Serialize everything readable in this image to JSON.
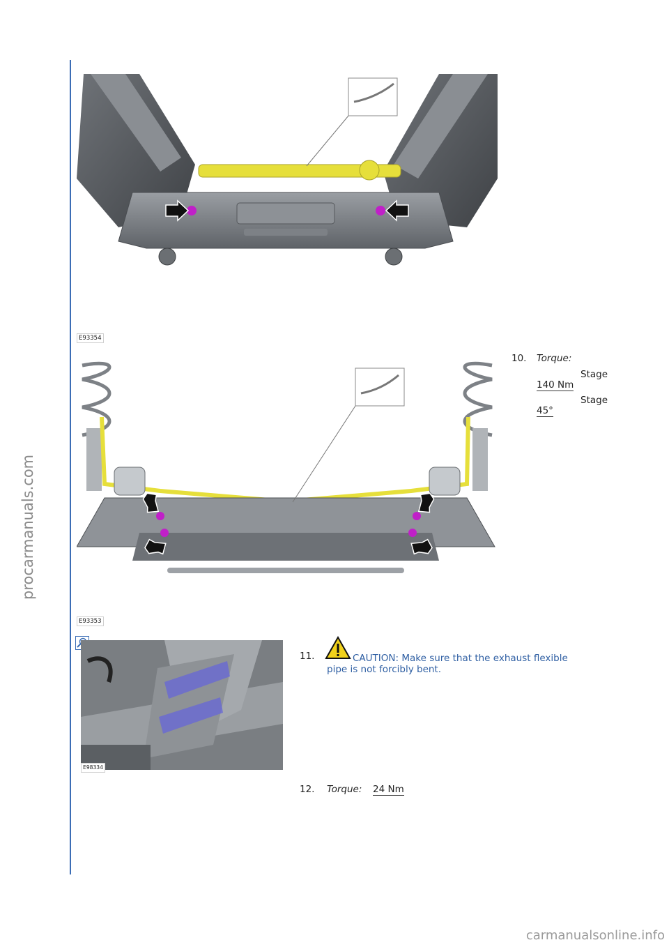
{
  "watermark_side": "procarmanuals.com",
  "watermark_footer": "carmanualsonline.info",
  "figures": [
    {
      "code": "E93354"
    },
    {
      "code": "E93353"
    },
    {
      "code": "E98334"
    }
  ],
  "steps": [
    {
      "number": "10.",
      "label": "Torque:",
      "stage1": "Stage",
      "value1": "140 Nm",
      "stage2": "Stage",
      "value2": "45°"
    },
    {
      "number": "11.",
      "caution": "CAUTION: Make sure that the exhaust flexible",
      "caution_line2": "pipe is not forcibly bent."
    },
    {
      "number": "12.",
      "label": "Torque:",
      "value": "24 Nm"
    }
  ]
}
